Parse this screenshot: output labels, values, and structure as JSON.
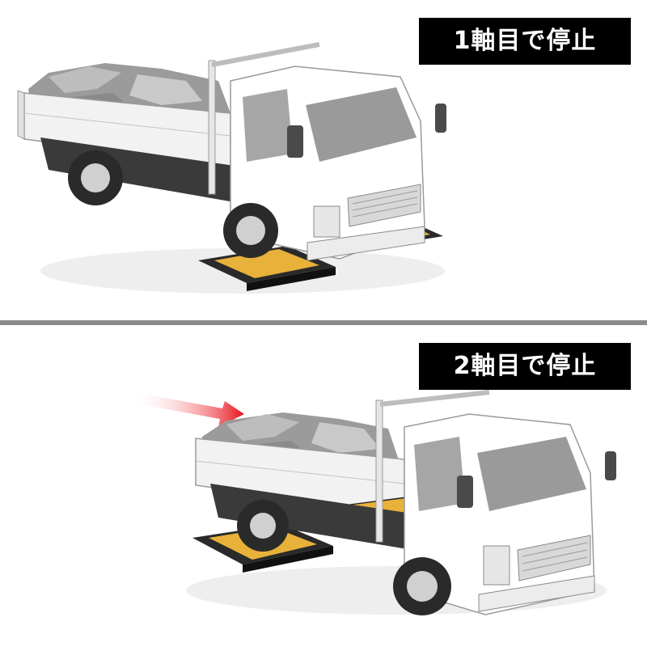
{
  "steps": [
    {
      "label": "1軸目で停止"
    },
    {
      "label": "2軸目で停止"
    }
  ],
  "icons": {
    "truck": "dump-truck-illustration",
    "scale_pad": "axle-scale-pad",
    "arrow": "movement-arrow"
  },
  "colors": {
    "label_bg": "#000000",
    "label_text": "#ffffff",
    "arrow": "#e8141c",
    "pad_yellow": "#e8b13a",
    "divider": "#8a8a8a"
  }
}
